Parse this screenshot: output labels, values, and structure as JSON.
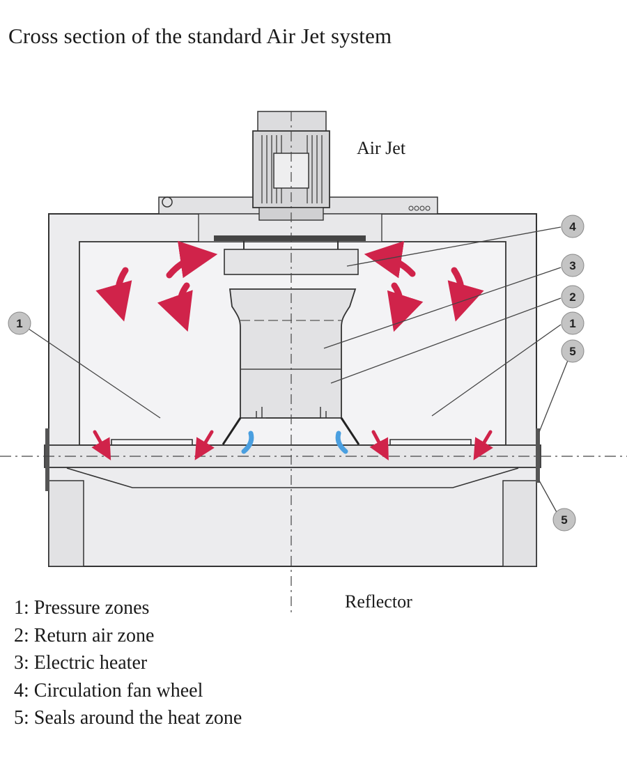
{
  "title": "Cross section of the standard Air Jet system",
  "labels": {
    "air_jet": "Air Jet",
    "reflector": "Reflector"
  },
  "callouts": {
    "left_1": "1",
    "right_4": "4",
    "right_3": "3",
    "right_2": "2",
    "right_1": "1",
    "right_5_top": "5",
    "right_5_bottom": "5"
  },
  "legend": [
    "1: Pressure zones",
    "2: Return air zone",
    "3: Electric heater",
    "4: Circulation fan wheel",
    "5: Seals around the heat zone"
  ],
  "colors": {
    "hot_air": "#d0234a",
    "return_air": "#4a9fe0",
    "housing_fill": "#ececee",
    "line": "#333333",
    "badge": "#c4c4c4"
  }
}
